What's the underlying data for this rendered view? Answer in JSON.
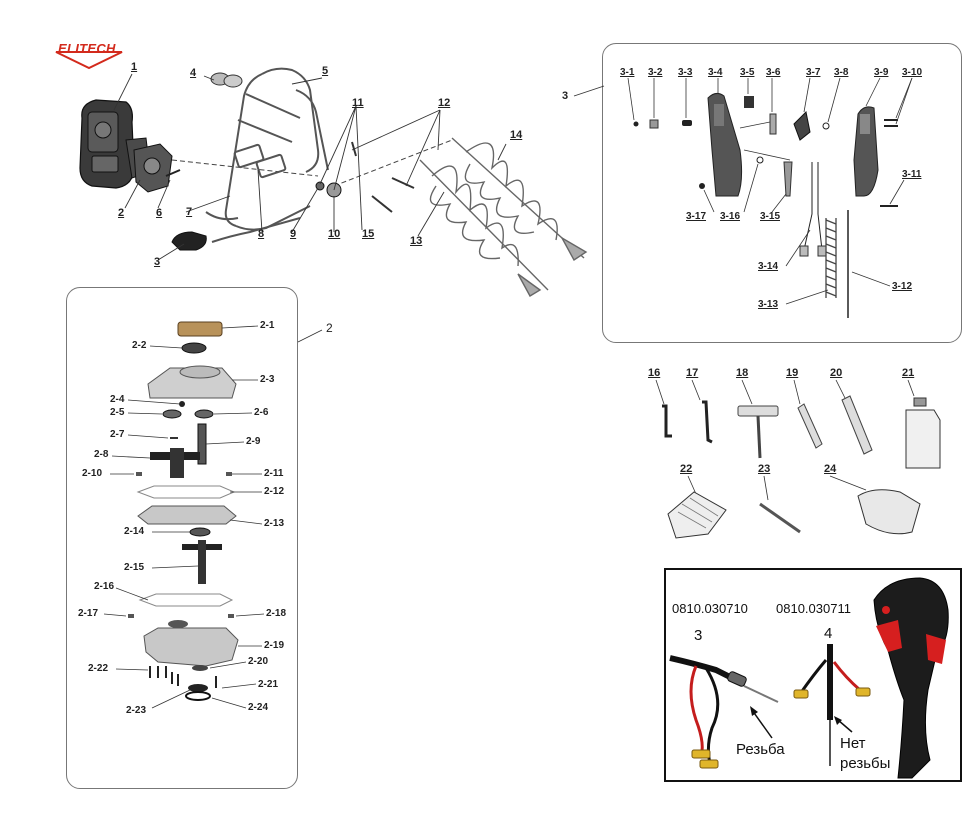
{
  "brand": "ELITECH",
  "main_labels": {
    "l1": "1",
    "l2": "2",
    "l3": "3",
    "l4": "4",
    "l5": "5",
    "l6": "6",
    "l7": "7",
    "l8": "8",
    "l9": "9",
    "l10": "10",
    "l11": "11",
    "l12": "12",
    "l13": "13",
    "l14": "14",
    "l15": "15"
  },
  "gearbox_panel": {
    "label": "2",
    "parts": {
      "p1": "2-1",
      "p2": "2-2",
      "p3": "2-3",
      "p4": "2-4",
      "p5": "2-5",
      "p6": "2-6",
      "p7": "2-7",
      "p8": "2-8",
      "p9": "2-9",
      "p10": "2-10",
      "p11": "2-11",
      "p12": "2-12",
      "p13": "2-13",
      "p14": "2-14",
      "p15": "2-15",
      "p16": "2-16",
      "p17": "2-17",
      "p18": "2-18",
      "p19": "2-19",
      "p20": "2-20",
      "p21": "2-21",
      "p22": "2-22",
      "p23": "2-23",
      "p24": "2-24"
    }
  },
  "handle_panel": {
    "label": "3",
    "parts": {
      "p1": "3-1",
      "p2": "3-2",
      "p3": "3-3",
      "p4": "3-4",
      "p5": "3-5",
      "p6": "3-6",
      "p7": "3-7",
      "p8": "3-8",
      "p9": "3-9",
      "p10": "3-10",
      "p11": "3-11",
      "p12": "3-12",
      "p13": "3-13",
      "p14": "3-14",
      "p15": "3-15",
      "p16": "3-16",
      "p17": "3-17"
    }
  },
  "tools": {
    "t16": "16",
    "t17": "17",
    "t18": "18",
    "t19": "19",
    "t20": "20",
    "t21": "21",
    "t22": "22",
    "t23": "23",
    "t24": "24"
  },
  "photo_inset": {
    "code_left": "0810.030710",
    "code_right": "0810.030711",
    "num_left": "3",
    "num_right": "4",
    "caption_left": "Резьба",
    "caption_right_1": "Нет",
    "caption_right_2": "резьбы"
  },
  "colors": {
    "brand_red": "#d32a1c",
    "trigger_red": "#d61f1f",
    "line": "#333333"
  }
}
